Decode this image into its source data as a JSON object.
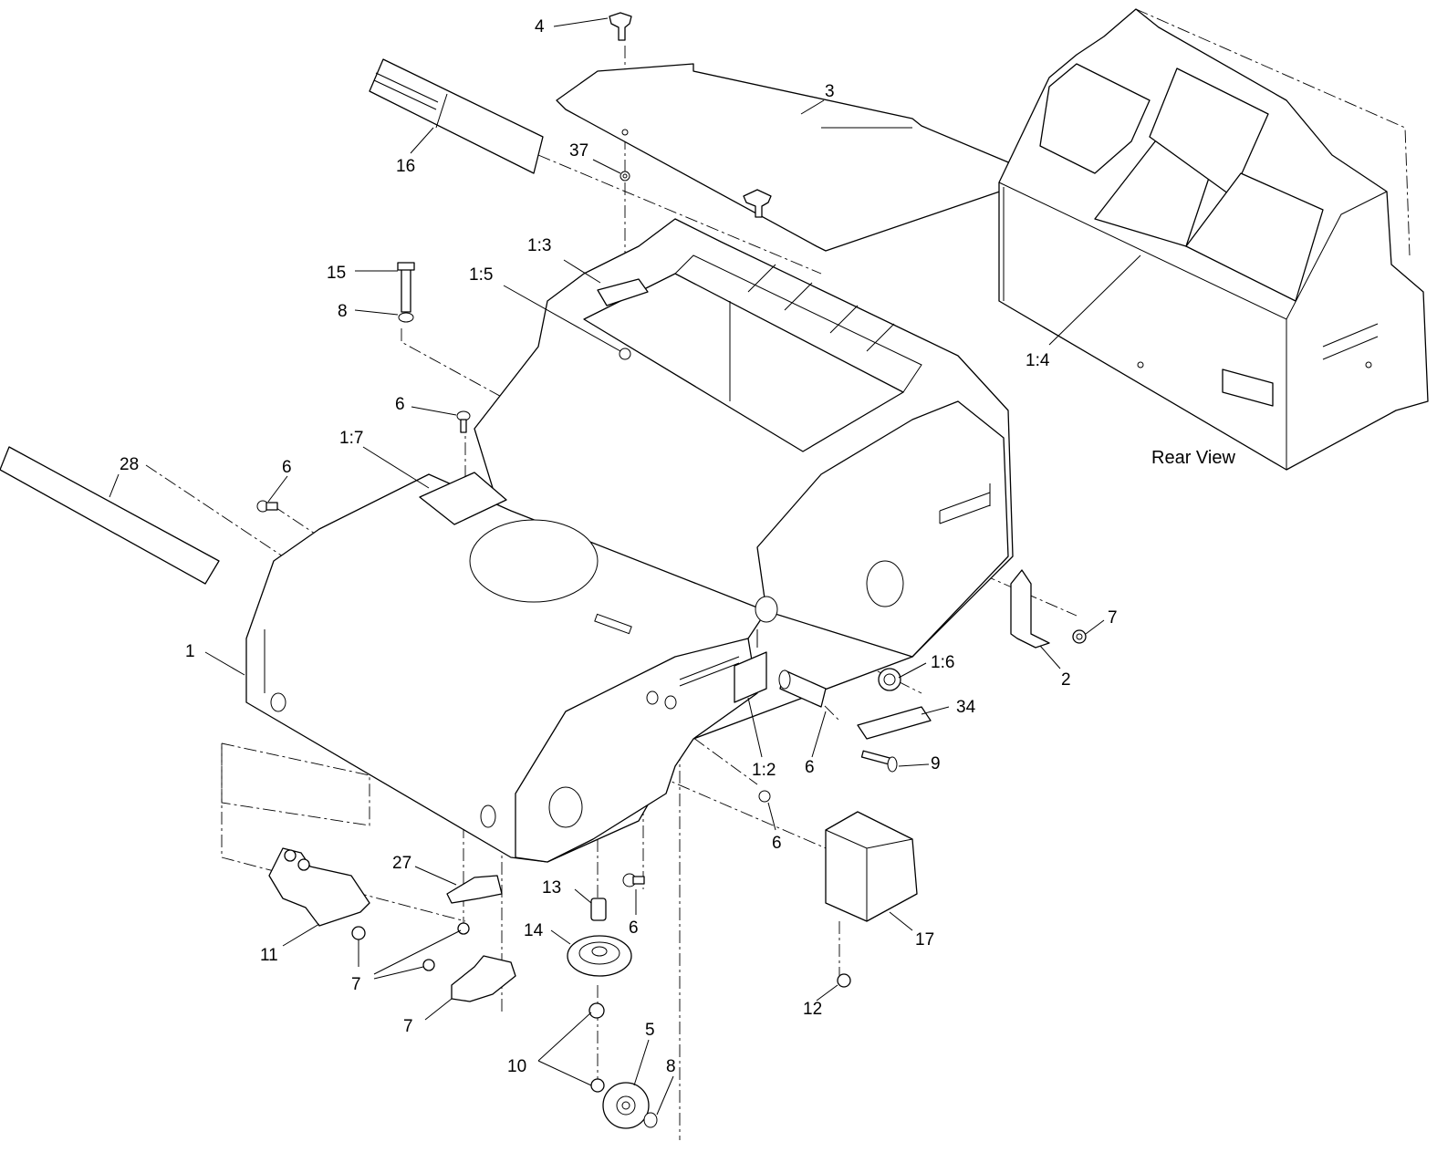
{
  "diagram": {
    "caption": "Rear View",
    "callouts": [
      "4",
      "3",
      "16",
      "37",
      "1:3",
      "15",
      "1:5",
      "8",
      "6",
      "1:7",
      "28",
      "6",
      "1:4",
      "7",
      "1",
      "1:6",
      "2",
      "34",
      "1:2",
      "6",
      "9",
      "6",
      "27",
      "13",
      "6",
      "17",
      "14",
      "11",
      "7",
      "12",
      "7",
      "5",
      "10",
      "8"
    ]
  }
}
